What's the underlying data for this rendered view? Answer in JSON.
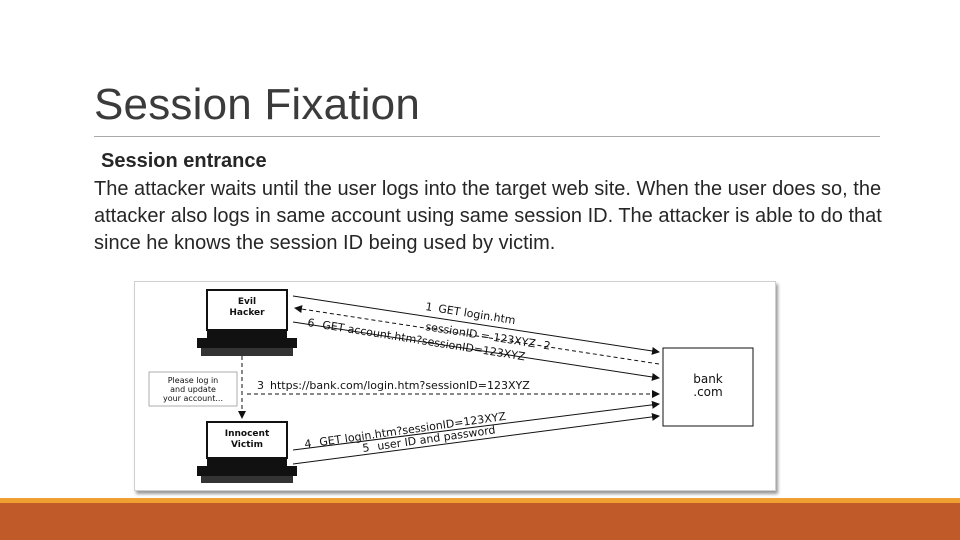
{
  "slide": {
    "title": "Session Fixation",
    "subheading": "Session entrance",
    "body": "The attacker waits until the user logs into the target web site. When the user does so, the attacker also logs in same account using same session ID. The attacker is able to do that since he knows the session ID being used by victim."
  },
  "diagram": {
    "attacker_label_1": "Evil",
    "attacker_label_2": "Hacker",
    "victim_label_1": "Innocent",
    "victim_label_2": "Victim",
    "server_label_1": "bank",
    "server_label_2": ".com",
    "email_line_1": "Please log in",
    "email_line_2": "and update",
    "email_line_3": "your account...",
    "step1_num": "1",
    "step1_text": "GET login.htm",
    "step2_num": "2",
    "step2_text": "sessionID = 123XYZ",
    "step3_num": "3",
    "step3_text": "https://bank.com/login.htm?sessionID=123XYZ",
    "step4_num": "4",
    "step4_text": "GET login.htm?sessionID=123XYZ",
    "step5_num": "5",
    "step5_text": "user ID and password",
    "step6_num": "6",
    "step6_text": "GET account.htm?sessionID=123XYZ"
  },
  "colors": {
    "accent_bar": "#c05a28",
    "accent_stripe": "#f0a030"
  }
}
